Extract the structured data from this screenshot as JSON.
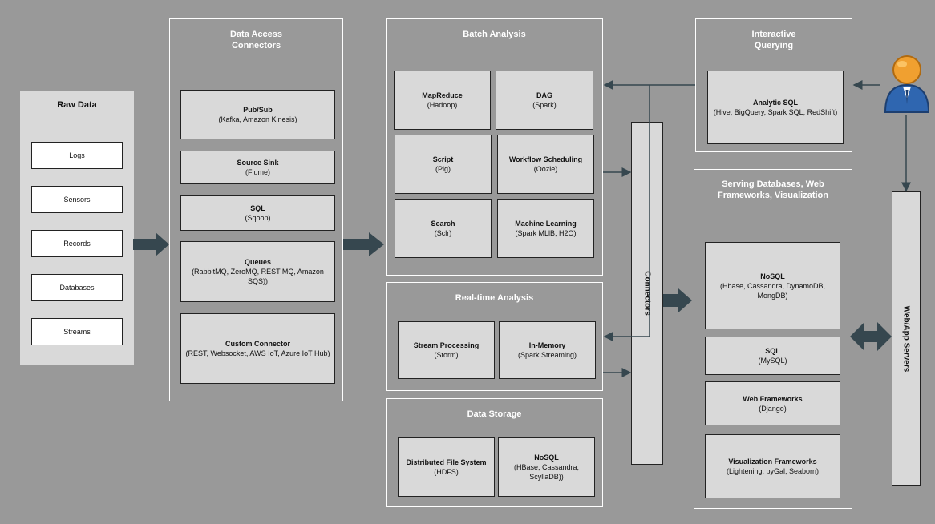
{
  "raw_data": {
    "title": "Raw Data",
    "items": [
      "Logs",
      "Sensors",
      "Records",
      "Databases",
      "Streams"
    ]
  },
  "data_access": {
    "title": "Data Access\nConnectors",
    "items": [
      {
        "title": "Pub/Sub",
        "sub": "(Kafka, Amazon Kinesis)"
      },
      {
        "title": "Source Sink",
        "sub": "(Flume)"
      },
      {
        "title": "SQL",
        "sub": "(Sqoop)"
      },
      {
        "title": "Queues",
        "sub": "(RabbitMQ, ZeroMQ,  REST MQ, Amazon SQS))"
      },
      {
        "title": "Custom Connector",
        "sub": "(REST, Websocket, AWS IoT, Azure IoT Hub)"
      }
    ]
  },
  "batch": {
    "title": "Batch Analysis",
    "items": [
      {
        "title": "MapReduce",
        "sub": "(Hadoop)"
      },
      {
        "title": "DAG",
        "sub": "(Spark)"
      },
      {
        "title": "Script",
        "sub": "(Pig)"
      },
      {
        "title": "Workflow Scheduling",
        "sub": "(Oozie)"
      },
      {
        "title": "Search",
        "sub": "(Sclr)"
      },
      {
        "title": "Machine Learning",
        "sub": "(Spark MLlB, H2O)"
      }
    ]
  },
  "realtime": {
    "title": "Real-time Analysis",
    "items": [
      {
        "title": "Stream Processing",
        "sub": "(Storm)"
      },
      {
        "title": "In-Memory",
        "sub": "(Spark Streaming)"
      }
    ]
  },
  "storage": {
    "title": "Data Storage",
    "items": [
      {
        "title": "Distributed File System",
        "sub": "(HDFS)"
      },
      {
        "title": "NoSQL",
        "sub": "(HBase, Cassandra,\nScyllaDB))"
      }
    ]
  },
  "connectors": {
    "label": "Connectors"
  },
  "interactive": {
    "title": "Interactive\nQuerying",
    "item": {
      "title": "Analytic SQL",
      "sub": "(Hive, BigQuery, Spark SQL, RedShift)"
    }
  },
  "serving": {
    "title": "Serving Databases, Web\nFrameworks, Visualization",
    "items": [
      {
        "title": "NoSQL",
        "sub": "(Hbase, Cassandra, DynamoDB,\nMongDB)"
      },
      {
        "title": "SQL",
        "sub": "(MySQL)"
      },
      {
        "title": "Web Frameworks",
        "sub": "(Django)"
      },
      {
        "title": "Visualization Frameworks",
        "sub": "(Lightening, pyGal, Seaborn)"
      }
    ]
  },
  "web_app": {
    "label": "Web/App Servers"
  },
  "colors": {
    "background": "#999999",
    "panel_border": "#ffffff",
    "box_fill": "#d9d9d9",
    "arrow": "#36474f",
    "user_head": "#f0a030",
    "user_body": "#2f66b0"
  },
  "icons": {
    "user": "user-icon"
  }
}
